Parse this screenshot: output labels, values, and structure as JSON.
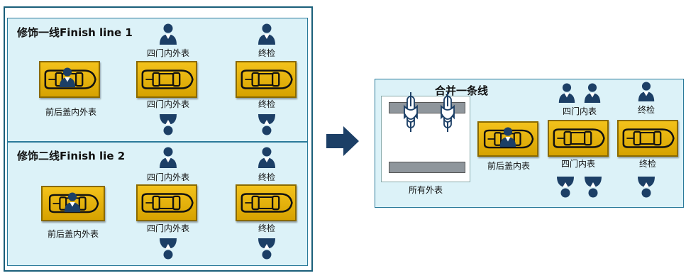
{
  "left": {
    "line1_title": "修饰一线Finish line 1",
    "line2_title": "修饰二线Finish lie 2",
    "line1": {
      "station1_bottom_label": "前后盖内外表",
      "station2_top_label": "四门内外表",
      "station2_bottom_label": "四门内外表",
      "station3_top_label": "终检",
      "station3_bottom_label": "终检"
    },
    "line2": {
      "station1_bottom_label": "前后盖内外表",
      "station2_top_label": "四门内外表",
      "station2_bottom_label": "四门内外表",
      "station3_top_label": "终检",
      "station3_bottom_label": "终检"
    }
  },
  "right": {
    "title": "合并一条线",
    "buffer_label": "所有外表",
    "station1_bottom_label": "前后盖内表",
    "station2_top_label": "四门内表",
    "station2_bottom_label": "四门内表",
    "station3_top_label": "终检",
    "station3_bottom_label": "终检"
  },
  "colors": {
    "panel_fill": "#dcf2f8",
    "panel_border": "#2b7a9a",
    "car_yellow": "#f3c21b",
    "worker_navy": "#1c3f66",
    "arrow_navy": "#1c3f66"
  },
  "icons": [
    "car-top-view-icon",
    "worker-icon",
    "arrow-right-icon",
    "car-lift-icon"
  ]
}
